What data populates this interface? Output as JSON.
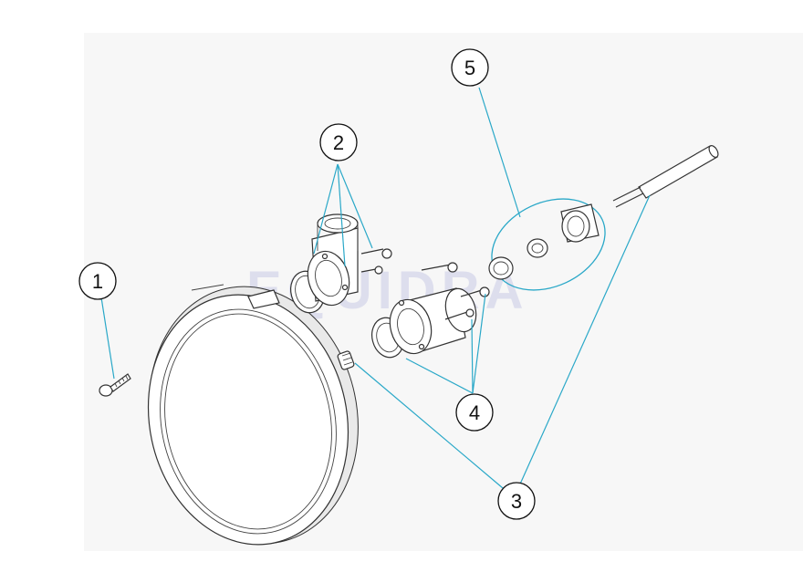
{
  "watermark": "EQUIDRA",
  "colors": {
    "leader": "#2aa8c8",
    "line": "#333333",
    "panel": "#f7f7f7"
  },
  "callouts": [
    {
      "number": "1"
    },
    {
      "number": "2"
    },
    {
      "number": "3"
    },
    {
      "number": "4"
    },
    {
      "number": "5"
    }
  ]
}
